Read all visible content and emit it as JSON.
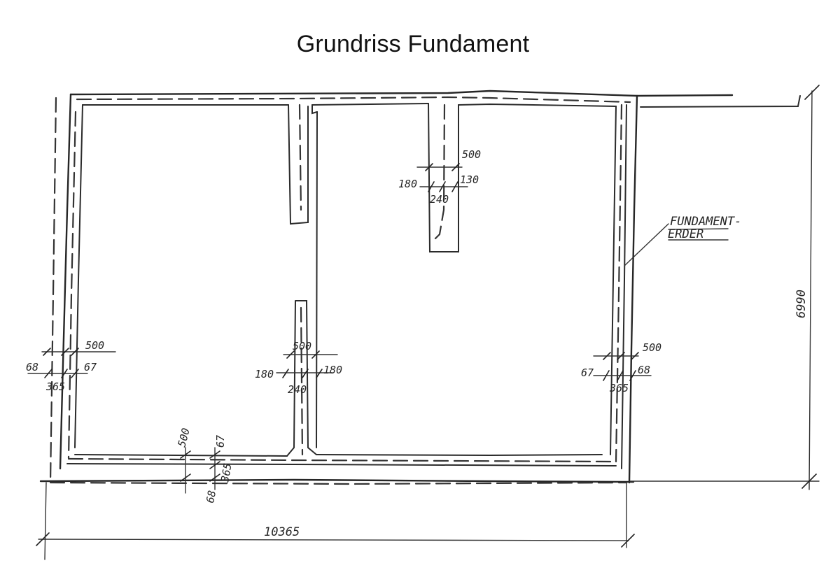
{
  "title": "Grundriss Fundament",
  "annotation": {
    "label_line1": "FUNDAMENT-",
    "label_line2": "ERDER"
  },
  "dimensions": {
    "overall_width": "10365",
    "overall_height": "6990",
    "left_wall": {
      "top": "500",
      "outer": "68",
      "inner": "67",
      "wall": "365"
    },
    "middle_wall": {
      "top": "500",
      "left": "180",
      "right": "180",
      "wall": "240"
    },
    "right_wall": {
      "top": "500",
      "inner": "67",
      "outer": "68",
      "wall": "365"
    },
    "stub_wall": {
      "top": "500",
      "left": "180",
      "right": "130",
      "wall": "240"
    },
    "bottom_wall": {
      "found": "500",
      "inner": "67",
      "outer": "68",
      "wall": "365"
    }
  }
}
